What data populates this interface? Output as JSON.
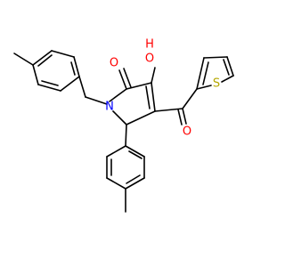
{
  "molecule": {
    "atom_labels": {
      "hydroxyl_oxygen": "O",
      "hydroxyl_hydrogen": "H",
      "lactam_oxygen": "O",
      "ketone_oxygen": "O",
      "ring_nitrogen": "N",
      "thiophene_sulfur": "S"
    },
    "colors": {
      "bond": "#000000",
      "oxygen": "#ff0000",
      "nitrogen": "#0000ff",
      "sulfur": "#b5a800"
    }
  }
}
